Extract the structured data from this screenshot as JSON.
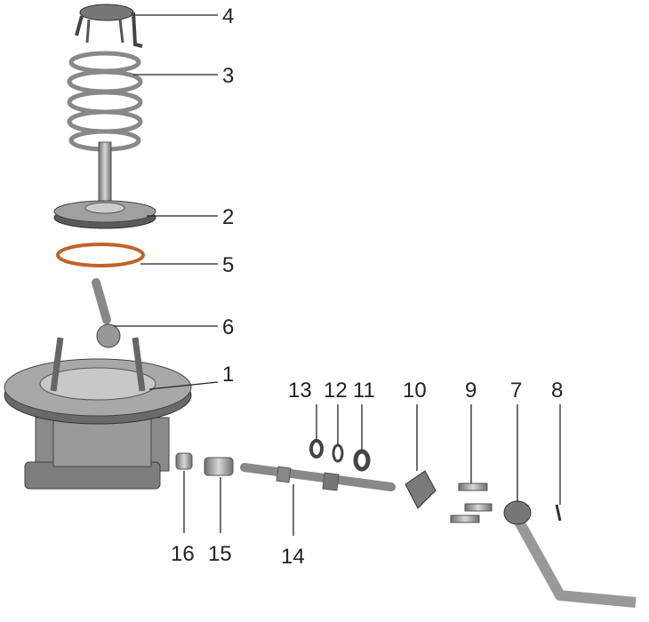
{
  "diagram": {
    "type": "exploded-parts-view",
    "callouts": [
      {
        "id": "4",
        "label": "4"
      },
      {
        "id": "3",
        "label": "3"
      },
      {
        "id": "2",
        "label": "2"
      },
      {
        "id": "5",
        "label": "5"
      },
      {
        "id": "6",
        "label": "6"
      },
      {
        "id": "1",
        "label": "1"
      },
      {
        "id": "13",
        "label": "13"
      },
      {
        "id": "12",
        "label": "12"
      },
      {
        "id": "11",
        "label": "11"
      },
      {
        "id": "10",
        "label": "10"
      },
      {
        "id": "9",
        "label": "9"
      },
      {
        "id": "7",
        "label": "7"
      },
      {
        "id": "8",
        "label": "8"
      },
      {
        "id": "16",
        "label": "16"
      },
      {
        "id": "15",
        "label": "15"
      },
      {
        "id": "14",
        "label": "14"
      }
    ],
    "colors": {
      "metal": "#9a9a9a",
      "dark": "#555555",
      "oring": "#c0632a",
      "line": "#222222"
    }
  }
}
